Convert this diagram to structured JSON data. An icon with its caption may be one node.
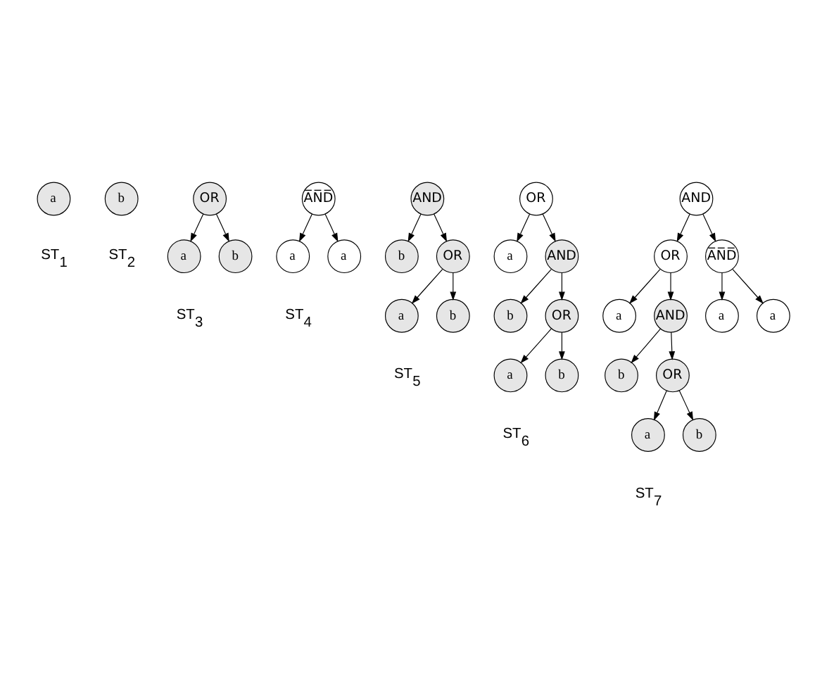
{
  "diagram": {
    "nodes": [
      {
        "text": [
          "a"
        ]
      },
      {
        "text": [
          "b"
        ]
      },
      {
        "text": [
          "OR"
        ]
      },
      {
        "text": [
          "a"
        ]
      },
      {
        "text": [
          "b"
        ]
      },
      {
        "text": [
          "A̅N̅D̅"
        ]
      },
      {
        "text": [
          "a"
        ]
      },
      {
        "text": [
          "a"
        ]
      },
      {
        "text": [
          "AND"
        ]
      },
      {
        "text": [
          "b"
        ]
      },
      {
        "text": [
          "OR"
        ]
      },
      {
        "text": [
          "a"
        ]
      },
      {
        "text": [
          "b"
        ]
      },
      {
        "text": [
          "OR"
        ]
      },
      {
        "text": [
          "a"
        ]
      },
      {
        "text": [
          "AND"
        ]
      },
      {
        "text": [
          "b"
        ]
      },
      {
        "text": [
          "OR"
        ]
      },
      {
        "text": [
          "a"
        ]
      },
      {
        "text": [
          "b"
        ]
      },
      {
        "text": [
          "AND"
        ]
      },
      {
        "text": [
          "OR"
        ]
      },
      {
        "text": [
          "A̅N̅D̅"
        ]
      },
      {
        "text": [
          "a"
        ]
      },
      {
        "text": [
          "AND"
        ]
      },
      {
        "text": [
          "b"
        ]
      },
      {
        "text": [
          "OR"
        ]
      },
      {
        "text": [
          "a"
        ]
      },
      {
        "text": [
          "b"
        ]
      },
      {
        "text": [
          "a"
        ]
      },
      {
        "text": [
          "a"
        ]
      }
    ],
    "edges": [
      {
        "from": 2,
        "to": 3,
        "arrow": "to"
      },
      {
        "from": 2,
        "to": 4,
        "arrow": "to"
      },
      {
        "from": 5,
        "to": 6,
        "arrow": "to"
      },
      {
        "from": 5,
        "to": 7,
        "arrow": "to"
      },
      {
        "from": 8,
        "to": 9,
        "arrow": "to"
      },
      {
        "from": 8,
        "to": 10,
        "arrow": "to"
      },
      {
        "from": 10,
        "to": 11,
        "arrow": "to"
      },
      {
        "from": 10,
        "to": 12,
        "arrow": "to"
      },
      {
        "from": 13,
        "to": 14,
        "arrow": "to"
      },
      {
        "from": 13,
        "to": 15,
        "arrow": "to"
      },
      {
        "from": 15,
        "to": 16,
        "arrow": "to"
      },
      {
        "from": 15,
        "to": 17,
        "arrow": "to"
      },
      {
        "from": 17,
        "to": 18,
        "arrow": "to"
      },
      {
        "from": 17,
        "to": 19,
        "arrow": "to"
      },
      {
        "from": 20,
        "to": 21,
        "arrow": "to"
      },
      {
        "from": 20,
        "to": 22,
        "arrow": "to"
      },
      {
        "from": 21,
        "to": 23,
        "arrow": "to"
      },
      {
        "from": 21,
        "to": 24,
        "arrow": "to"
      },
      {
        "from": 24,
        "to": 25,
        "arrow": "to"
      },
      {
        "from": 24,
        "to": 26,
        "arrow": "to"
      },
      {
        "from": 26,
        "to": 27,
        "arrow": "to"
      },
      {
        "from": 26,
        "to": 28,
        "arrow": "to"
      },
      {
        "from": 22,
        "to": 29,
        "arrow": "to"
      },
      {
        "from": 22,
        "to": 30,
        "arrow": "to"
      }
    ],
    "labels": [
      "ST$_{1}$",
      "ST$_{2}$",
      "ST$_{3}$",
      "ST$_{4}$",
      "ST$_{5}$",
      "ST$_{6}$",
      "ST$_{7}$"
    ]
  }
}
